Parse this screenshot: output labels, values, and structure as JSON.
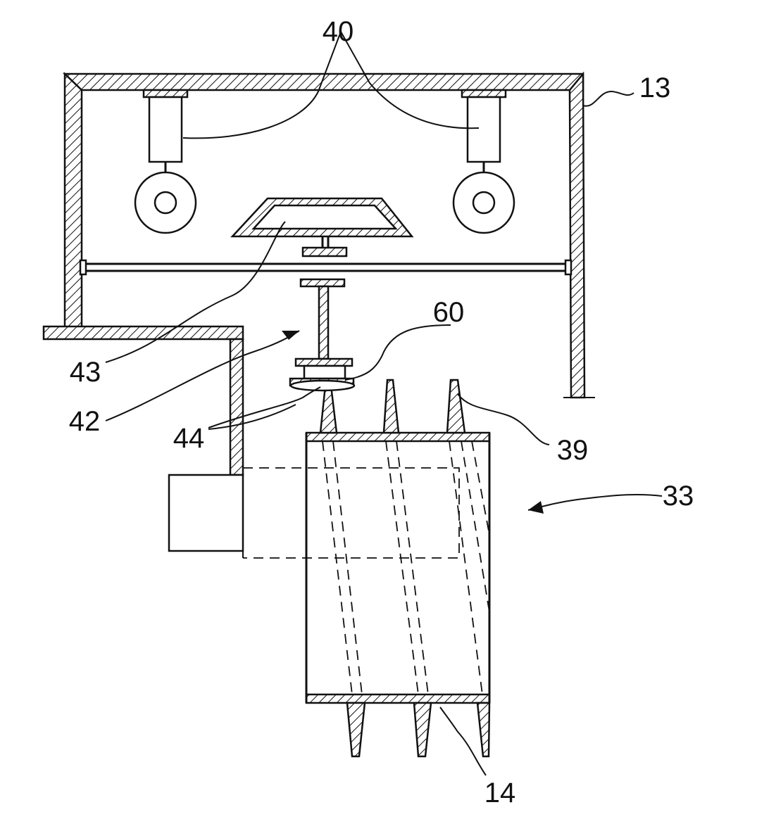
{
  "figure": {
    "labels": {
      "l40": "40",
      "l13": "13",
      "l60": "60",
      "l43": "43",
      "l42": "42",
      "l44": "44",
      "l39": "39",
      "l33": "33",
      "l14": "14"
    }
  }
}
